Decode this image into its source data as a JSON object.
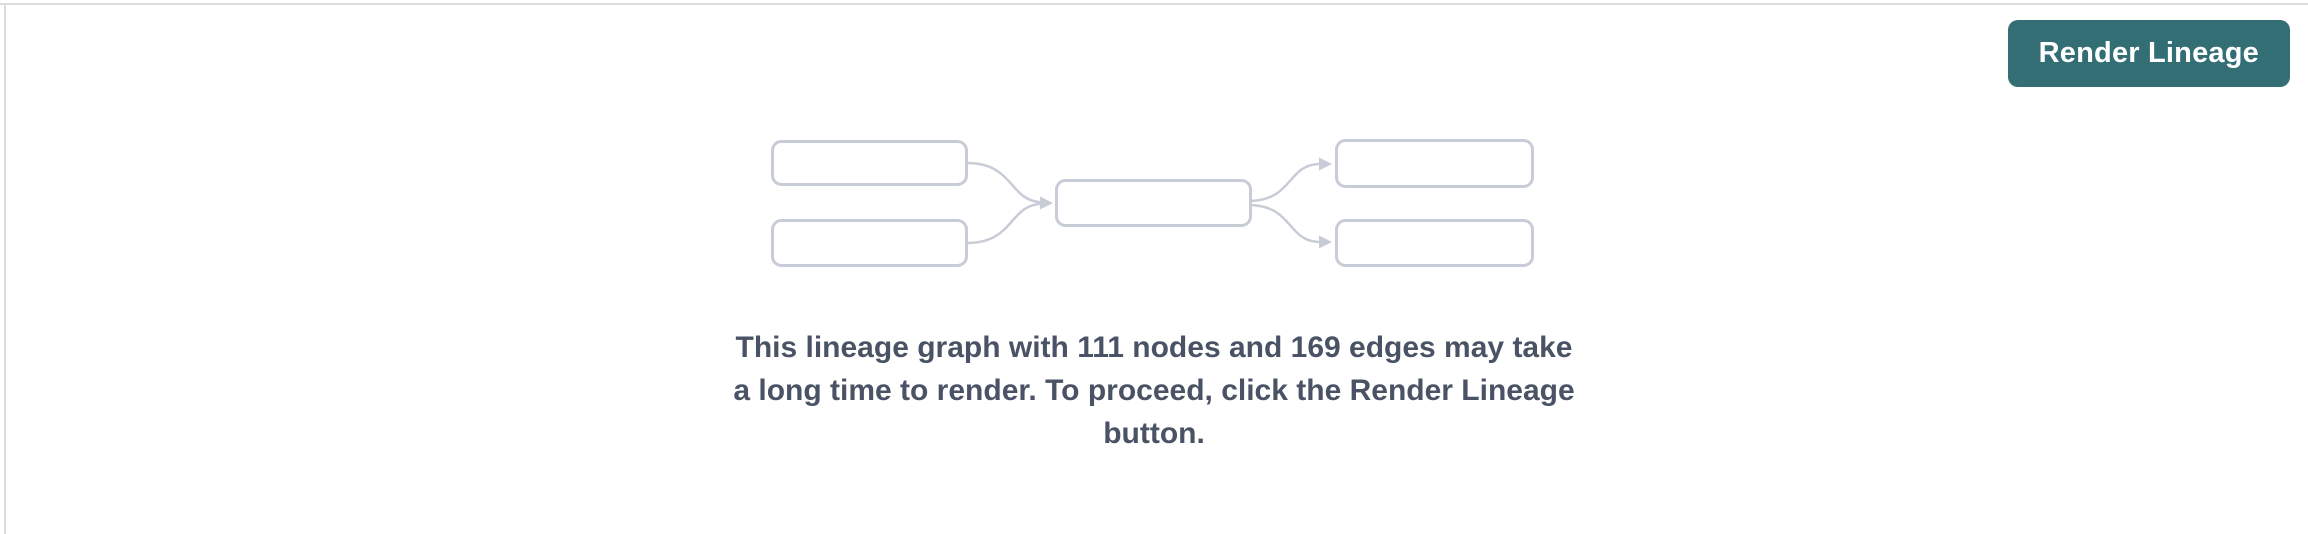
{
  "button": {
    "label": "Render Lineage"
  },
  "message": {
    "full_text": "This lineage graph with 111 nodes and 169 edges may take a long time to render. To proceed, click the Render Lineage button.",
    "lines": [
      "This lineage graph with 111 nodes and 169 edges may take",
      "a long time to render. To proceed, click the Render Lineage",
      "button."
    ],
    "node_count": 111,
    "edge_count": 169
  },
  "graphic": {
    "kind": "lineage-placeholder-diagram",
    "box_count": 5,
    "edge_count": 4
  },
  "colors": {
    "accent_teal": "#346E75",
    "button_text": "#FFFFFF",
    "message_text": "#4A5365",
    "graphic_stroke": "#C7CCD7",
    "panel_divider": "#DBDCDF",
    "background": "#FFFFFF"
  }
}
